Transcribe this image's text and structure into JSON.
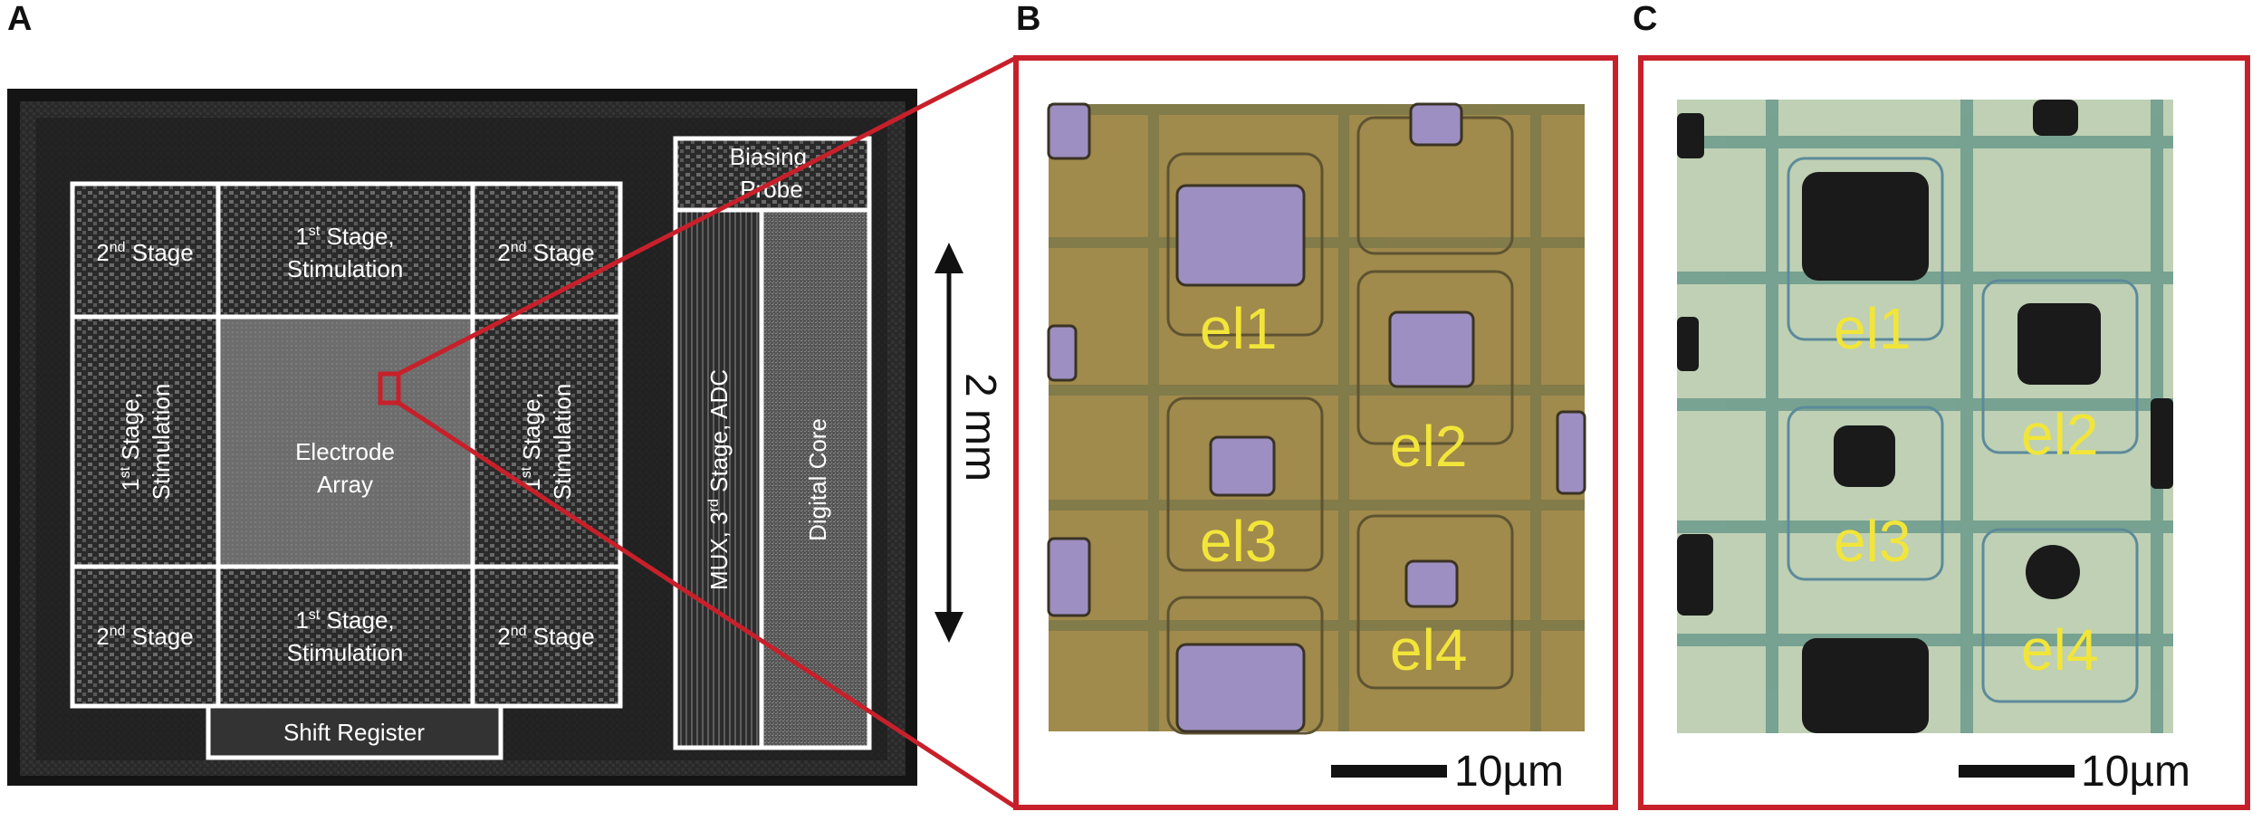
{
  "panels": {
    "a": {
      "letter": "A"
    },
    "b": {
      "letter": "B"
    },
    "c": {
      "letter": "C"
    }
  },
  "chip": {
    "blocks": {
      "biasing_line1": "Biasing,",
      "biasing_line2": "Probe",
      "stage2_tl": {
        "pre": "2",
        "sup": "nd",
        "post": " Stage"
      },
      "stage1_top": {
        "pre": "1",
        "sup": "st",
        "post": " Stage,",
        "line2": "Stimulation"
      },
      "stage2_tr": {
        "pre": "2",
        "sup": "nd",
        "post": " Stage"
      },
      "stage1_left": {
        "pre": "1",
        "sup": "st",
        "post": " Stage,",
        "line2": "Stimulation"
      },
      "electrode_line1": "Electrode",
      "electrode_line2": "Array",
      "stage1_right": {
        "pre": "1",
        "sup": "st",
        "post": " Stage,",
        "line2": "Stimulation"
      },
      "stage2_bl": {
        "pre": "2",
        "sup": "nd",
        "post": " Stage"
      },
      "stage1_bottom": {
        "pre": "1",
        "sup": "st",
        "post": " Stage,",
        "line2": "Stimulation"
      },
      "stage2_br": {
        "pre": "2",
        "sup": "nd",
        "post": " Stage"
      },
      "shift_register": "Shift Register",
      "mux": {
        "pre": "MUX, 3",
        "sup": "rd",
        "post": " Stage, ADC"
      },
      "digital_core": "Digital Core"
    },
    "scale": "2 mm"
  },
  "micro_b": {
    "labels": [
      "el1",
      "el2",
      "el3",
      "el4"
    ],
    "scale": "10µm"
  },
  "micro_c": {
    "labels": [
      "el1",
      "el2",
      "el3",
      "el4"
    ],
    "scale": "10µm"
  },
  "colors": {
    "highlight": "#c8202a",
    "label_yellow": "#f2e53a",
    "chip_bg": "#2b2b2b",
    "micro_b_bg": "#a08a4c",
    "micro_c_bg": "#bfd0b4"
  }
}
